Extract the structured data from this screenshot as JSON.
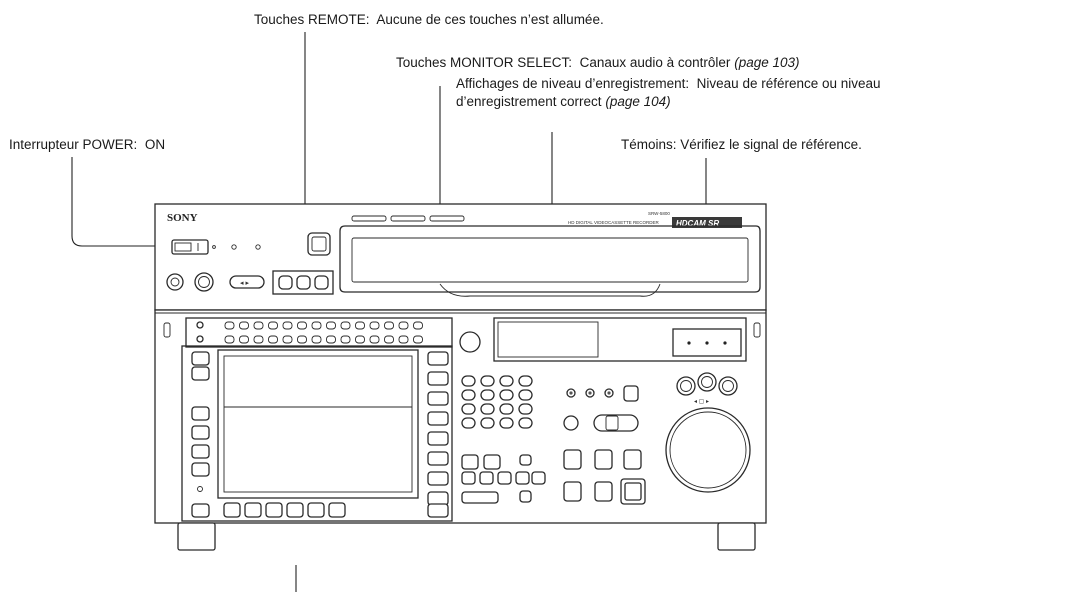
{
  "callouts": {
    "remote": {
      "label": "Touches REMOTE:",
      "text": "Aucune de ces touches n’est allumée."
    },
    "monitor_select": {
      "label": "Touches MONITOR SELECT:",
      "text": "Canaux audio à contrôler",
      "ref": "(page 103)"
    },
    "record_level": {
      "label": "Affichages de niveau d’enregistrement:",
      "text_line1": "Niveau de référence ou niveau",
      "text_line2": "d’enregistrement correct",
      "ref": "(page 104)"
    },
    "power": {
      "label": "Interrupteur POWER:",
      "text": "ON"
    },
    "indicators": {
      "label": "Témoins:",
      "text": "Vérifiez le signal de référence."
    }
  },
  "device": {
    "brand": "SONY",
    "model": "SRW-5800",
    "model_desc": "HD DIGITAL VIDEOCASSETTE RECORDER",
    "logo": "HDCAM SR"
  },
  "colors": {
    "line": "#222222",
    "panel": "#f4f4f4",
    "stroke": "#2a2a2a",
    "logo_bg": "#3a3a3a"
  }
}
